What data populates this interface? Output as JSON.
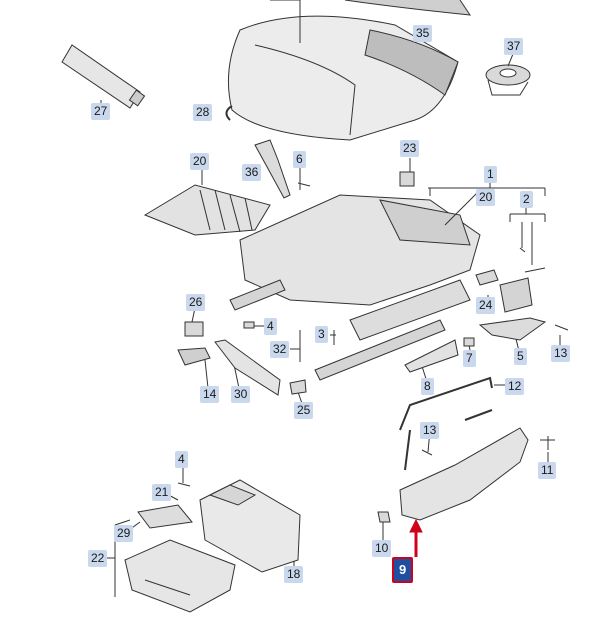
{
  "colors": {
    "callout_bg": "#c9d8ec",
    "highlight_bg": "#1f4fa0",
    "highlight_border": "#d0021b",
    "arrow": "#d0021b",
    "line": "#333333",
    "part_fill": "#d9d9d9"
  },
  "callouts": {
    "c1": "1",
    "c2": "2",
    "c3": "3",
    "c4a": "4",
    "c4b": "4",
    "c5": "5",
    "c6": "6",
    "c7": "7",
    "c8": "8",
    "c9": "9",
    "c10": "10",
    "c11": "11",
    "c12": "12",
    "c13a": "13",
    "c13b": "13",
    "c14": "14",
    "c18": "18",
    "c20a": "20",
    "c20b": "20",
    "c21": "21",
    "c22": "22",
    "c23": "23",
    "c24": "24",
    "c25": "25",
    "c26": "26",
    "c27": "27",
    "c28": "28",
    "c29": "29",
    "c30": "30",
    "c32": "32",
    "c35": "35",
    "c36": "36",
    "c37": "37"
  },
  "highlighted_part": "9"
}
